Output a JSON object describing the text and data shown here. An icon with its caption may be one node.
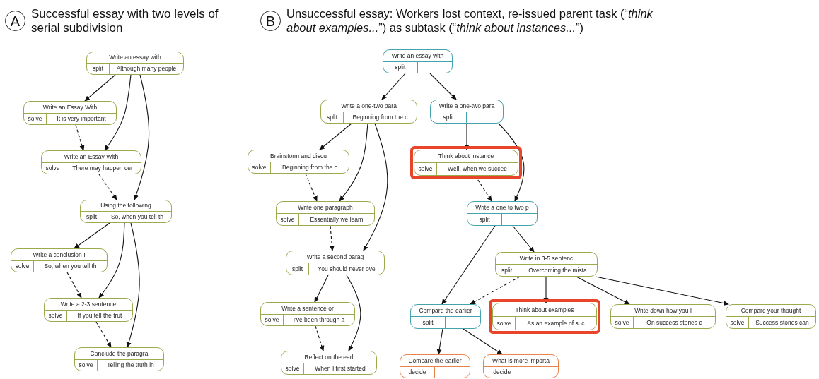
{
  "diagram": {
    "nodes": [
      {
        "text": [
          "A"
        ],
        "beside": [
          "Successful essay with two levels of serial subdivision"
        ]
      },
      {
        "text": [
          "Write an essay with",
          "split",
          "Although many people"
        ]
      },
      {
        "text": [
          "Write an Essay With",
          "solve",
          "It is very important"
        ]
      },
      {
        "text": [
          "Write an Essay With",
          "solve",
          "There may happen cer"
        ]
      },
      {
        "text": [
          "Using the following",
          "split",
          "So, when you tell th"
        ]
      },
      {
        "text": [
          "Write a conclusion I",
          "solve",
          "So, when you tell th"
        ]
      },
      {
        "text": [
          "Write a 2-3 sentence",
          "solve",
          "If you tell the trut"
        ]
      },
      {
        "text": [
          "Conclude the paragra",
          "solve",
          "Telling the truth in"
        ]
      },
      {
        "text": [
          "B"
        ],
        "beside": [
          "Unsuccessful essay: Workers lost context, re-issued parent task (“*think about examples...*”) as subtask (“*think about instances...*”)"
        ]
      },
      {
        "text": [
          "Write an essay with",
          "split"
        ]
      },
      {
        "text": [
          "Write a one-two para",
          "split",
          "Beginning from the c"
        ]
      },
      {
        "text": [
          "Write a one-two para",
          "split"
        ]
      },
      {
        "text": [
          "Brainstorm and discu",
          "solve",
          "Beginning from the c"
        ]
      },
      {
        "text": [],
        "shape": "box"
      },
      {
        "text": [
          "Think about instance",
          "solve",
          "Well, when we succee"
        ],
        "in": 13
      },
      {
        "text": [
          "Write one paragraph",
          "solve",
          "Essentially we learn"
        ]
      },
      {
        "text": [
          "Write a one to two p",
          "split"
        ]
      },
      {
        "text": [
          "Write a second parag",
          "split",
          "You should never ove"
        ]
      },
      {
        "text": [
          "Write in 3-5 sentenc",
          "split",
          "Overcoming the mista"
        ]
      },
      {
        "text": [
          "Write a sentence or",
          "solve",
          "I've been through a"
        ]
      },
      {
        "text": [
          "Compare the earlier",
          "split"
        ]
      },
      {
        "text": [],
        "shape": "box"
      },
      {
        "text": [
          "Think about examples",
          "solve",
          "As an example of suc"
        ],
        "in": 21
      },
      {
        "text": [
          "Write down how you l",
          "solve",
          "On success stories c"
        ]
      },
      {
        "text": [
          "Compare your thought",
          "solve",
          "Success stories can"
        ]
      },
      {
        "text": [
          "Reflect on the earl",
          "solve",
          "When I first started"
        ]
      },
      {
        "text": [
          "Compare the earlier",
          "decide"
        ]
      },
      {
        "text": [
          "What is more importa",
          "decide"
        ]
      }
    ],
    "edges": [
      {
        "from": 1,
        "to": 2,
        "arrow": "to"
      },
      {
        "from": 1,
        "to": 3,
        "arrow": "to"
      },
      {
        "from": 1,
        "to": 4,
        "arrow": "to"
      },
      {
        "from": 2,
        "to": 3,
        "arrow": "to",
        "style": "dashed"
      },
      {
        "from": 3,
        "to": 4,
        "arrow": "to",
        "style": "dashed"
      },
      {
        "from": 4,
        "to": 5,
        "arrow": "to"
      },
      {
        "from": 4,
        "to": 6,
        "arrow": "to"
      },
      {
        "from": 4,
        "to": 7,
        "arrow": "to"
      },
      {
        "from": 5,
        "to": 6,
        "arrow": "to",
        "style": "dashed"
      },
      {
        "from": 6,
        "to": 7,
        "arrow": "to",
        "style": "dashed"
      },
      {
        "from": 9,
        "to": 10,
        "arrow": "to"
      },
      {
        "from": 9,
        "to": 11,
        "arrow": "to"
      },
      {
        "from": 10,
        "to": 12,
        "arrow": "to"
      },
      {
        "from": 10,
        "to": 15,
        "arrow": "to"
      },
      {
        "from": 10,
        "to": 17,
        "arrow": "to"
      },
      {
        "from": 12,
        "to": 15,
        "arrow": "to",
        "style": "dashed"
      },
      {
        "from": 15,
        "to": 17,
        "arrow": "to",
        "style": "dashed"
      },
      {
        "from": 17,
        "to": 19,
        "arrow": "to"
      },
      {
        "from": 17,
        "to": 25,
        "arrow": "to"
      },
      {
        "from": 19,
        "to": 25,
        "arrow": "to",
        "style": "dashed"
      },
      {
        "from": 11,
        "to": 14,
        "arrow": "to"
      },
      {
        "from": 11,
        "to": 16,
        "arrow": "to"
      },
      {
        "from": 14,
        "to": 16,
        "arrow": "to",
        "style": "dashed"
      },
      {
        "from": 16,
        "to": 20,
        "arrow": "to"
      },
      {
        "from": 16,
        "to": 18,
        "arrow": "to"
      },
      {
        "from": 18,
        "to": 20,
        "arrow": "to",
        "style": "dashed"
      },
      {
        "from": 18,
        "to": 22,
        "arrow": "to"
      },
      {
        "from": 18,
        "to": 23,
        "arrow": "to"
      },
      {
        "from": 18,
        "to": 24,
        "arrow": "to"
      },
      {
        "from": 20,
        "to": 26,
        "arrow": "to"
      },
      {
        "from": 20,
        "to": 27,
        "arrow": "to"
      }
    ]
  }
}
